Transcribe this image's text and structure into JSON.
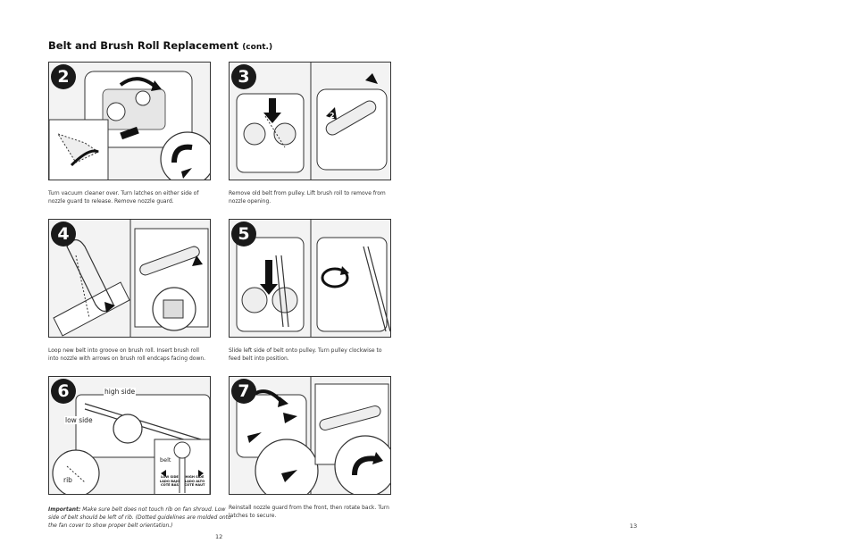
{
  "header": {
    "title": "Belt and Brush Roll Replacement",
    "title_suffix": "(cont.)"
  },
  "steps": [
    {
      "number": "2",
      "caption": "Turn vacuum cleaner over. Turn latches on either side of nozzle guard to release. Remove nozzle guard."
    },
    {
      "number": "3",
      "caption": "Remove old belt from pulley. Lift brush roll to remove from nozzle opening."
    },
    {
      "number": "4",
      "caption": "Loop new belt into groove on brush roll. Insert brush roll into nozzle with arrows on brush roll endcaps facing down."
    },
    {
      "number": "5",
      "caption": "Slide left side of belt onto pulley. Turn pulley clockwise to feed belt into position."
    },
    {
      "number": "6",
      "caption": ""
    },
    {
      "number": "7",
      "caption": "Reinstall nozzle guard from the front, then rotate back. Turn latches to secure."
    }
  ],
  "callouts": {
    "high_side": "high side",
    "low_side": "low side",
    "rib": "rib",
    "belt": "belt",
    "fan_left": "LOW SIDE\nLADO BAJO\nCÔTÉ BAS",
    "fan_right": "HIGH SIDE\nLADO ALTO\nCÔTÉ HAUT"
  },
  "note": {
    "label": "Important:",
    "text": "Make sure belt does not touch rib on fan shroud. Low side of belt should be left of rib. (Dotted guidelines are molded onto the fan cover to show proper belt orientation.)"
  },
  "page_numbers": {
    "left": "12",
    "right": "13"
  }
}
